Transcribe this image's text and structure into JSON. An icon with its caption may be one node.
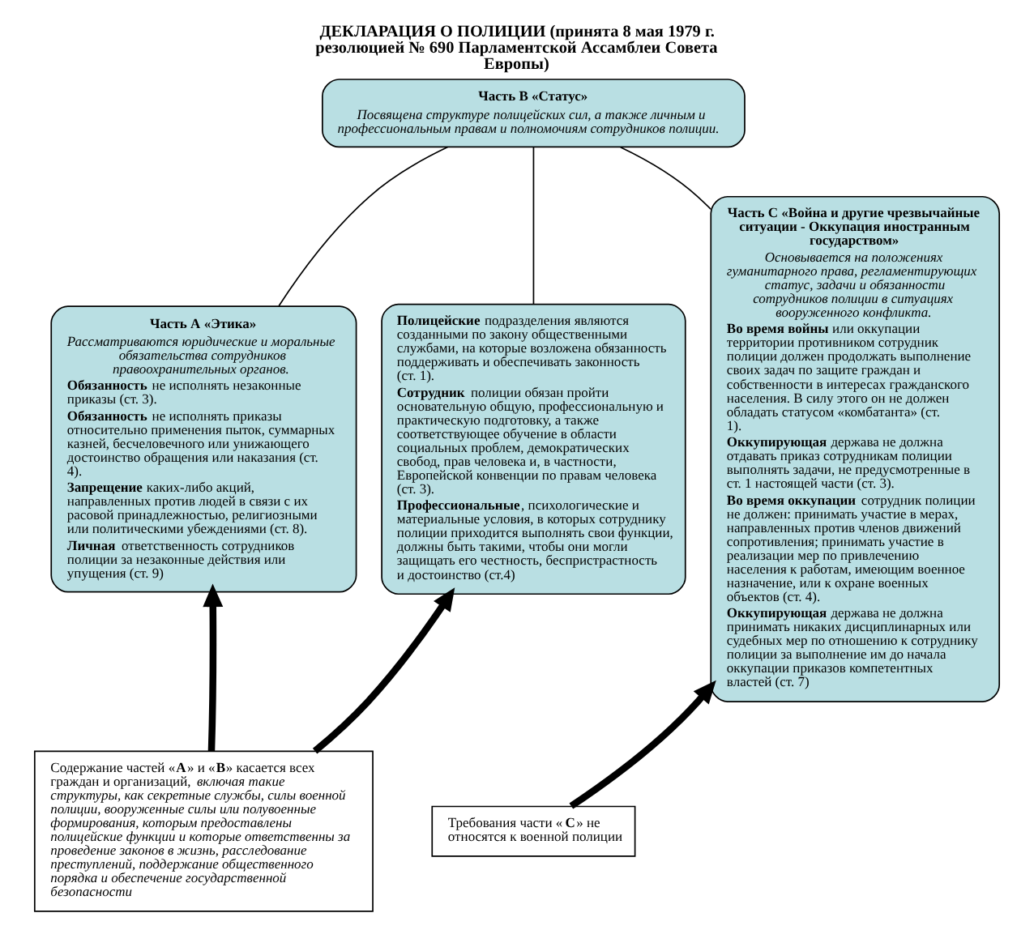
{
  "diagram": {
    "title": "ДЕКЛАРАЦИЯ О ПОЛИЦИИ (принята 8 мая 1979 г. резолюцией № 690 Парламентской Ассамблеи Совета Европы)",
    "nodes": [
      {
        "text": [
          "Часть B «Статус»",
          "Посвящена структуре полицейских сил, а также личным и профессиональным правам и полномочиям сотрудников полиции."
        ]
      },
      {
        "text": [
          "Часть А «Этика»",
          "Рассматриваются юридические и моральные обязательства сотрудников правоохранительных органов.",
          "**Обязанность** не исполнять незаконные приказы (ст. 3).",
          "**Обязанность** не исполнять приказы относительно применения пыток, суммарных казней, бесчеловечного или унижающего достоинство обращения или наказания (ст. 4).",
          "**Запрещение** каких-либо акций, направленных против людей в связи с их расовой принадлежностью, религиозными или политическими убеждениями (ст. 8).",
          "**Личная** ответственность сотрудников полиции за незаконные действия или упущения (ст. 9)"
        ]
      },
      {
        "text": [
          "**Полицейские** подразделения являются созданными по закону общественными службами, на которые возложена обязанность поддерживать и обеспечивать законность (ст. 1).",
          "**Сотрудник** полиции обязан пройти основательную общую, профессиональную и практическую подготовку, а также соответствующее обучение в области социальных проблем, демократических свобод, прав человека и, в частности, Европейской конвенции по правам человека (ст. 3).",
          "**Профессиональные**, психологические и материальные условия, в которых сотруднику полиции приходится выполнять свои функции, должны быть такими, чтобы они могли защищать его честность, беспристрастность и достоинство (ст.4)"
        ]
      },
      {
        "text": [
          "Часть С «Война и другие чрезвычайные ситуации - Оккупация иностранным государством»",
          "Основывается на положениях гуманитарного права, регламентирующих статус, задачи и обязанности сотрудников полиции в ситуациях вооруженного конфликта.",
          "**Во время войны** или оккупации территории противником сотрудник полиции должен продолжать выполнение своих задач по защите граждан и собственности в интересах гражданского населения. В силу этого он не должен обладать статусом «комбатанта» (ст. 1).",
          "**Оккупирующая** держава не должна отдавать приказ сотрудникам полиции выполнять задачи, не предусмотренные в ст. 1 настоящей части (ст. 3).",
          "**Во время оккупации** сотрудник полиции не должен: принимать участие в мерах, направленных против членов движений сопротивления; принимать участие в реализации мер по привлечению населения к работам, имеющим военное назначение, или к охране военных объектов (ст. 4).",
          "**Оккупирующая** держава не должна принимать никаких дисциплинарных или судебных мер по отношению к сотруднику полиции за выполнение им до начала оккупации приказов компетентных властей (ст. 7)"
        ]
      },
      {
        "text": [
          "Содержание частей «**А**» и «**В**» касается всех граждан и организаций, *включая такие структуры, как секретные службы, силы военной полиции, вооруженные силы или полувоенные формирования, которым предоставлены полицейские функции и которые ответственны за проведение законов в жизнь, расследование преступлений, поддержание общественного порядка и обеспечение государственной безопасности*"
        ]
      },
      {
        "text": [
          "Требования части «**С**» не относятся к военной полиции"
        ]
      }
    ],
    "edges": [
      {
        "from": 0,
        "to": 1,
        "arrow": "none"
      },
      {
        "from": 0,
        "to": 2,
        "arrow": "none"
      },
      {
        "from": 0,
        "to": 3,
        "arrow": "none"
      },
      {
        "from": 4,
        "to": 1,
        "arrow": "to",
        "style": "thick"
      },
      {
        "from": 4,
        "to": 2,
        "arrow": "to",
        "style": "thick"
      },
      {
        "from": 5,
        "to": 3,
        "arrow": "to",
        "style": "thick"
      }
    ]
  }
}
